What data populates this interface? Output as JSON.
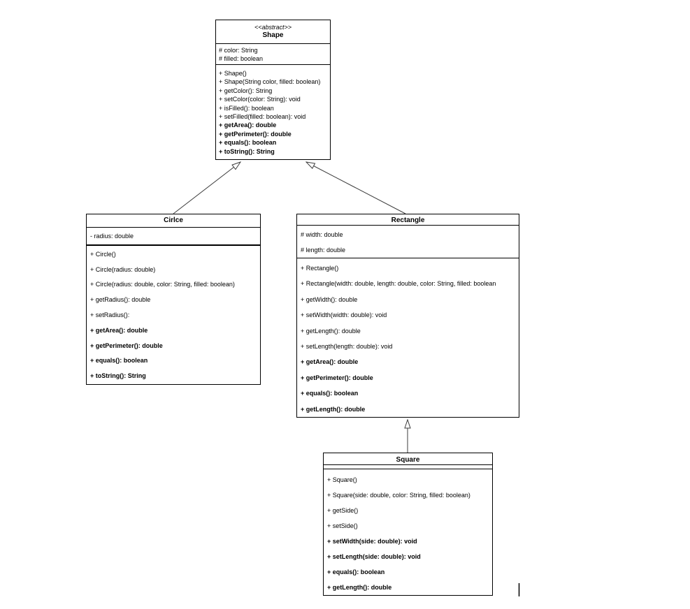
{
  "colors": {
    "background": "#ffffff",
    "box_fill": "#ffffff",
    "box_border": "#000000",
    "text": "#000000",
    "connector": "#3d3d3d"
  },
  "classes": {
    "shape": {
      "stereotype": "<<abstract>>",
      "name": "Shape",
      "attributes": [
        "# color: String",
        "# filled: boolean"
      ],
      "methods": [
        {
          "text": "+ Shape()",
          "bold": false
        },
        {
          "text": "+ Shape(String color, filled: boolean)",
          "bold": false
        },
        {
          "text": "+ getColor(): String",
          "bold": false
        },
        {
          "text": "+ setColor(color: String): void",
          "bold": false
        },
        {
          "text": "+ isFilled(): boolean",
          "bold": false
        },
        {
          "text": "+ setFilled(filled: boolean): void",
          "bold": false
        },
        {
          "text": "+ getArea(): double",
          "bold": true
        },
        {
          "text": "+ getPerimeter(): double",
          "bold": true
        },
        {
          "text": "+ equals(): boolean",
          "bold": true
        },
        {
          "text": "+ toString(): String",
          "bold": true
        }
      ]
    },
    "circle": {
      "name": "Cirlce",
      "attributes": [
        "- radius: double"
      ],
      "methods": [
        {
          "text": "+ Circle()",
          "bold": false
        },
        {
          "text": "+ Circle(radius: double)",
          "bold": false
        },
        {
          "text": "+ Circle(radius: double, color: String, filled: boolean)",
          "bold": false
        },
        {
          "text": "+ getRadius(): double",
          "bold": false
        },
        {
          "text": "+ setRadius():",
          "bold": false
        },
        {
          "text": "+ getArea(): double",
          "bold": true
        },
        {
          "text": "+ getPerimeter(): double",
          "bold": true
        },
        {
          "text": "+ equals(): boolean",
          "bold": true
        },
        {
          "text": "+ toString(): String",
          "bold": true
        }
      ]
    },
    "rectangle": {
      "name": "Rectangle",
      "attributes": [
        "# width: double",
        "# length: double"
      ],
      "methods": [
        {
          "text": "+ Rectangle()",
          "bold": false
        },
        {
          "text": "+ Rectangle(width: double, length: double, color: String, filled: boolean",
          "bold": false
        },
        {
          "text": "+ getWidth(): double",
          "bold": false
        },
        {
          "text": "+ setWidth(width: double): void",
          "bold": false
        },
        {
          "text": "+ getLength(): double",
          "bold": false
        },
        {
          "text": "+ setLength(length: double): void",
          "bold": false
        },
        {
          "text": "+ getArea(): double",
          "bold": true
        },
        {
          "text": "+ getPerimeter(): double",
          "bold": true
        },
        {
          "text": "+ equals(): boolean",
          "bold": true
        },
        {
          "text": "+ getLength(): double",
          "bold": true
        }
      ]
    },
    "square": {
      "name": "Square",
      "attributes": [],
      "methods": [
        {
          "text": "+ Square()",
          "bold": false
        },
        {
          "text": "+ Square(side: double, color: String, filled: boolean)",
          "bold": false
        },
        {
          "text": "+ getSide()",
          "bold": false
        },
        {
          "text": "+ setSide()",
          "bold": false
        },
        {
          "text": "+ setWidth(side: double): void",
          "bold": true
        },
        {
          "text": "+ setLength(side: double): void",
          "bold": true
        },
        {
          "text": "+ equals(): boolean",
          "bold": true
        },
        {
          "text": "+ getLength(): double",
          "bold": true
        }
      ]
    }
  },
  "relations": [
    {
      "from": "Cirlce",
      "to": "Shape",
      "type": "generalization"
    },
    {
      "from": "Rectangle",
      "to": "Shape",
      "type": "generalization"
    },
    {
      "from": "Square",
      "to": "Rectangle",
      "type": "generalization"
    }
  ]
}
